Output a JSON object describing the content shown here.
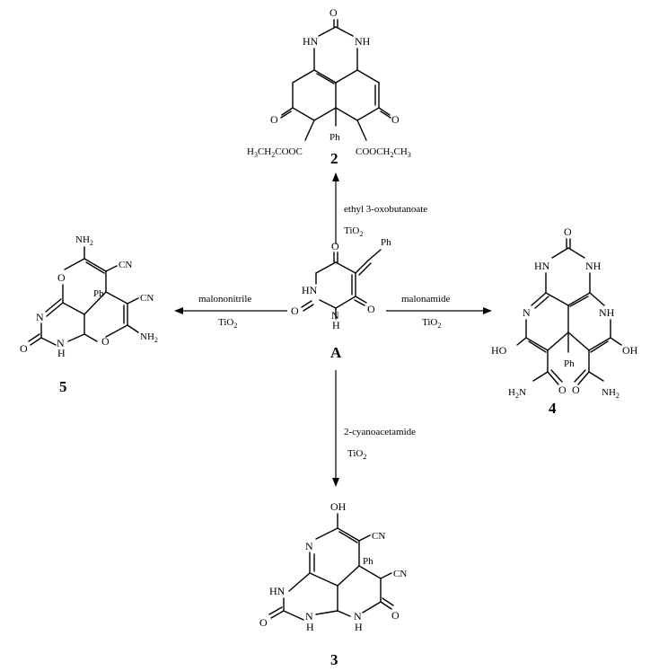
{
  "compounds": {
    "A": {
      "number": "A",
      "ph": "Ph",
      "nh1": "HN",
      "nh2": "N",
      "h": "H",
      "o": "O"
    },
    "c2": {
      "number": "2",
      "nh_left": "HN",
      "nh_right": "NH",
      "o": "O",
      "ph": "Ph",
      "ester_left": "H3CH2COOC",
      "ester_right": "COOCH2CH3"
    },
    "c3": {
      "number": "3",
      "oh": "OH",
      "cn1": "CN",
      "cn2": "CN",
      "ph": "Ph",
      "n": "N",
      "hn": "HN",
      "n_h": "N",
      "h": "H",
      "o": "O"
    },
    "c4": {
      "number": "4",
      "nh_left": "HN",
      "nh_right": "NH",
      "o": "O",
      "n": "N",
      "nh": "NH",
      "ho": "HO",
      "oh": "OH",
      "ph": "Ph",
      "nh2_left": "H2N",
      "nh2_right": "NH2"
    },
    "c5": {
      "number": "5",
      "nh2_top": "NH2",
      "cn1": "CN",
      "cn2": "CN",
      "ph": "Ph",
      "n": "N",
      "o": "O",
      "h": "H",
      "nh2_bottom": "NH2"
    }
  },
  "reagents": {
    "top": {
      "name": "ethyl 3-oxobutanoate",
      "catalyst": "TiO2"
    },
    "left": {
      "name": "malononitrile",
      "catalyst": "TiO2"
    },
    "right": {
      "name": "malonamide",
      "catalyst": "TiO2"
    },
    "bottom": {
      "name": "2-cyanoacetamide",
      "catalyst": "TiO2"
    }
  }
}
